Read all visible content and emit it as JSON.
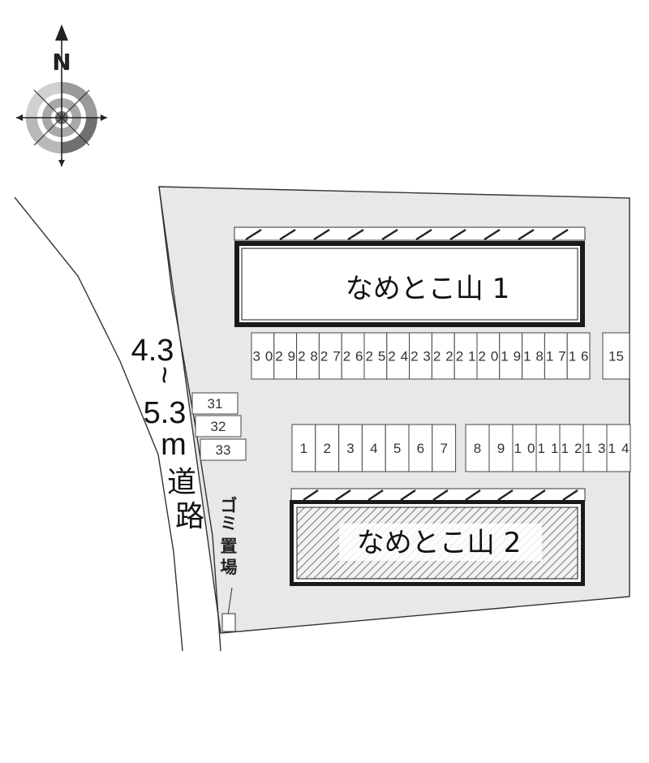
{
  "compass": {
    "north_label": "N"
  },
  "buildings": {
    "building_1": {
      "name": "なめとこ山 1"
    },
    "building_2": {
      "name": "なめとこ山 2"
    }
  },
  "road": {
    "width_from": "4.3",
    "tilde": "~",
    "width_to": "5.3",
    "unit": "m",
    "char_1": "道",
    "char_2": "路"
  },
  "garbage": {
    "chars": [
      "ゴ",
      "ミ",
      "置",
      "場"
    ]
  },
  "parking": {
    "row_top_a": [
      "30",
      "29",
      "28",
      "27",
      "26",
      "25",
      "24",
      "23",
      "22",
      "21",
      "20",
      "19",
      "18",
      "17",
      "16"
    ],
    "row_top_b": [
      "15"
    ],
    "row_mid_a": [
      "1",
      "2",
      "3",
      "4",
      "5",
      "6",
      "7"
    ],
    "row_mid_b": [
      "8",
      "9",
      "10",
      "11",
      "12",
      "13",
      "14"
    ],
    "side": [
      "31",
      "32",
      "33"
    ]
  },
  "colors": {
    "lot_fill": "#e8e8e8",
    "outline": "#333333",
    "building_border": "#1a1a1a",
    "hatch": "#555555"
  }
}
